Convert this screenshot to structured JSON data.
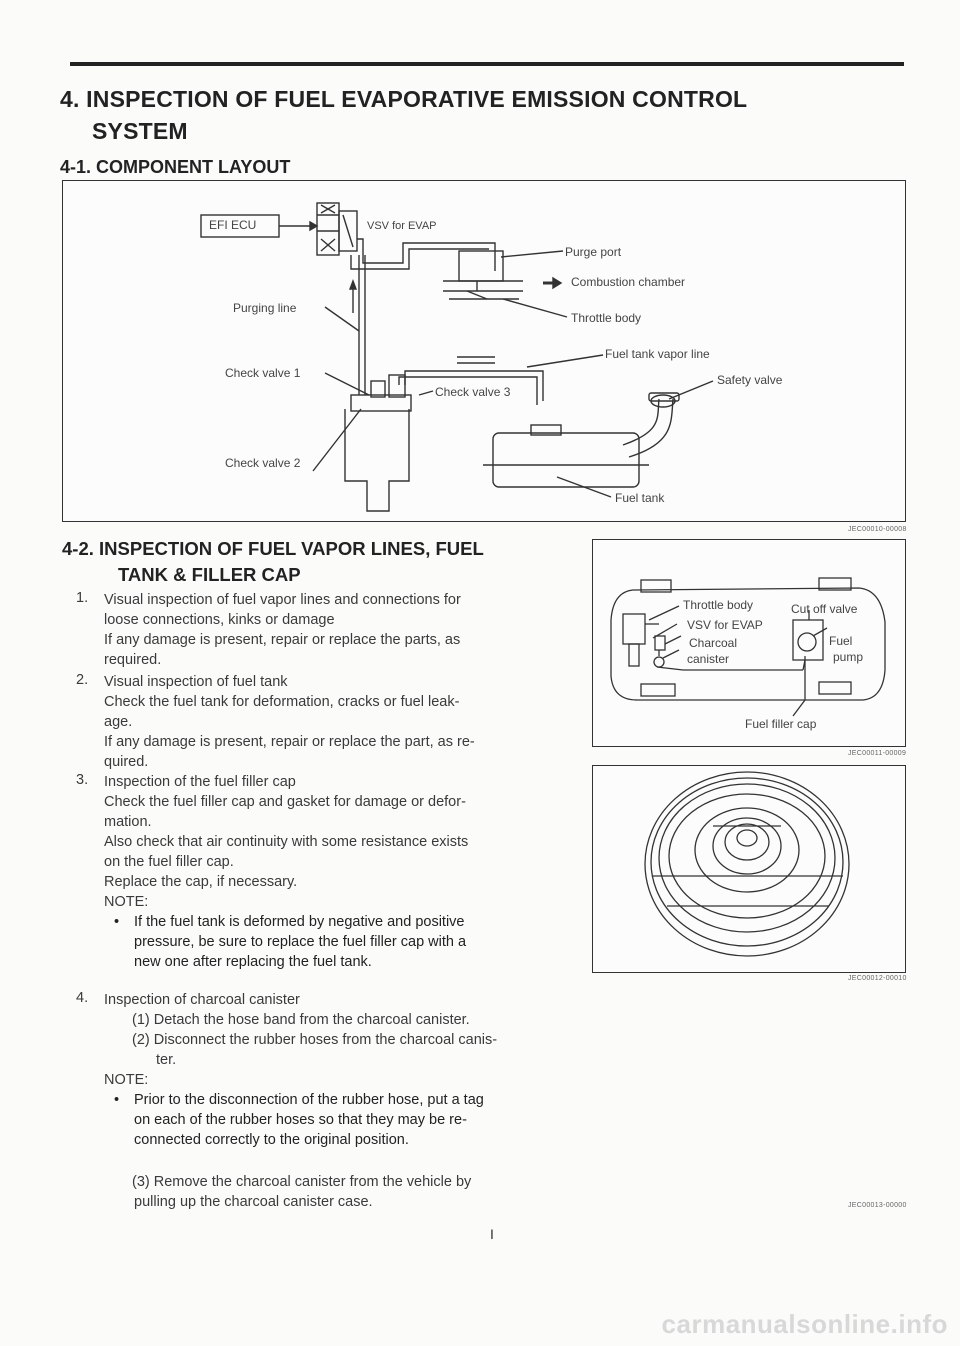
{
  "heading": {
    "line1": "4. INSPECTION OF FUEL EVAPORATIVE EMISSION CONTROL",
    "line2": "SYSTEM"
  },
  "section1": {
    "title": "4-1. COMPONENT LAYOUT"
  },
  "figure1": {
    "labels": {
      "efi_ecu": "EFI ECU",
      "vsv": "VSV for EVAP",
      "purge_port": "Purge port",
      "combustion": "Combustion chamber",
      "throttle": "Throttle body",
      "purging_line": "Purging line",
      "fuel_tank_vapor_line": "Fuel tank vapor line",
      "check_valve_1": "Check valve 1",
      "safety_valve": "Safety valve",
      "check_valve_3": "Check valve 3",
      "check_valve_2": "Check valve 2",
      "fuel_tank": "Fuel tank"
    },
    "code": "JEC00010-00008"
  },
  "section2": {
    "title_line1": "4-2. INSPECTION OF FUEL VAPOR LINES, FUEL",
    "title_line2": "TANK & FILLER CAP"
  },
  "items": {
    "n1": "1.",
    "t1": [
      "Visual inspection of fuel vapor lines and connections for",
      "loose connections, kinks or damage",
      "If any damage is present, repair or replace the parts, as",
      "required."
    ],
    "n2": "2.",
    "t2": [
      "Visual inspection of fuel tank",
      "Check the fuel tank for deformation, cracks or fuel leak-",
      "age.",
      "If any damage is present, repair or replace the part, as re-",
      "quired."
    ],
    "n3": "3.",
    "t3": [
      "Inspection of the fuel filler cap",
      "Check the fuel filler cap and gasket for damage or defor-",
      "mation.",
      "Also check that air continuity with some resistance exists",
      "on the fuel filler cap.",
      "Replace the cap, if necessary.",
      "NOTE:"
    ],
    "note1": [
      "If the fuel tank is deformed by negative and positive",
      "pressure, be sure to replace the fuel filler cap with a",
      "new one after replacing the fuel tank."
    ],
    "n4": "4.",
    "t4": [
      "Inspection of charcoal canister",
      "(1) Detach the hose band from the charcoal canister.",
      "(2) Disconnect the rubber hoses from the charcoal canis-",
      "ter.",
      "NOTE:"
    ],
    "note2": [
      "Prior to the disconnection of the rubber hose, put a tag",
      "on each of the rubber hoses so that they may be re-",
      "connected correctly to the original position."
    ],
    "t5": [
      "(3) Remove the charcoal canister from the vehicle by",
      "pulling up the charcoal canister case."
    ]
  },
  "figure2": {
    "labels": {
      "throttle": "Throttle body",
      "cutoff": "Cut off valve",
      "vsv": "VSV for EVAP",
      "charcoal1": "Charcoal",
      "charcoal2": "canister",
      "fuel": "Fuel",
      "pump": "pump",
      "filler": "Fuel filler cap"
    },
    "code": "JEC00011-00009"
  },
  "figure3": {
    "code": "JEC00012-00010"
  },
  "figure4": {
    "code": "JEC00013-00000"
  },
  "page_number": "I",
  "watermark": "carmanualsonline.info"
}
